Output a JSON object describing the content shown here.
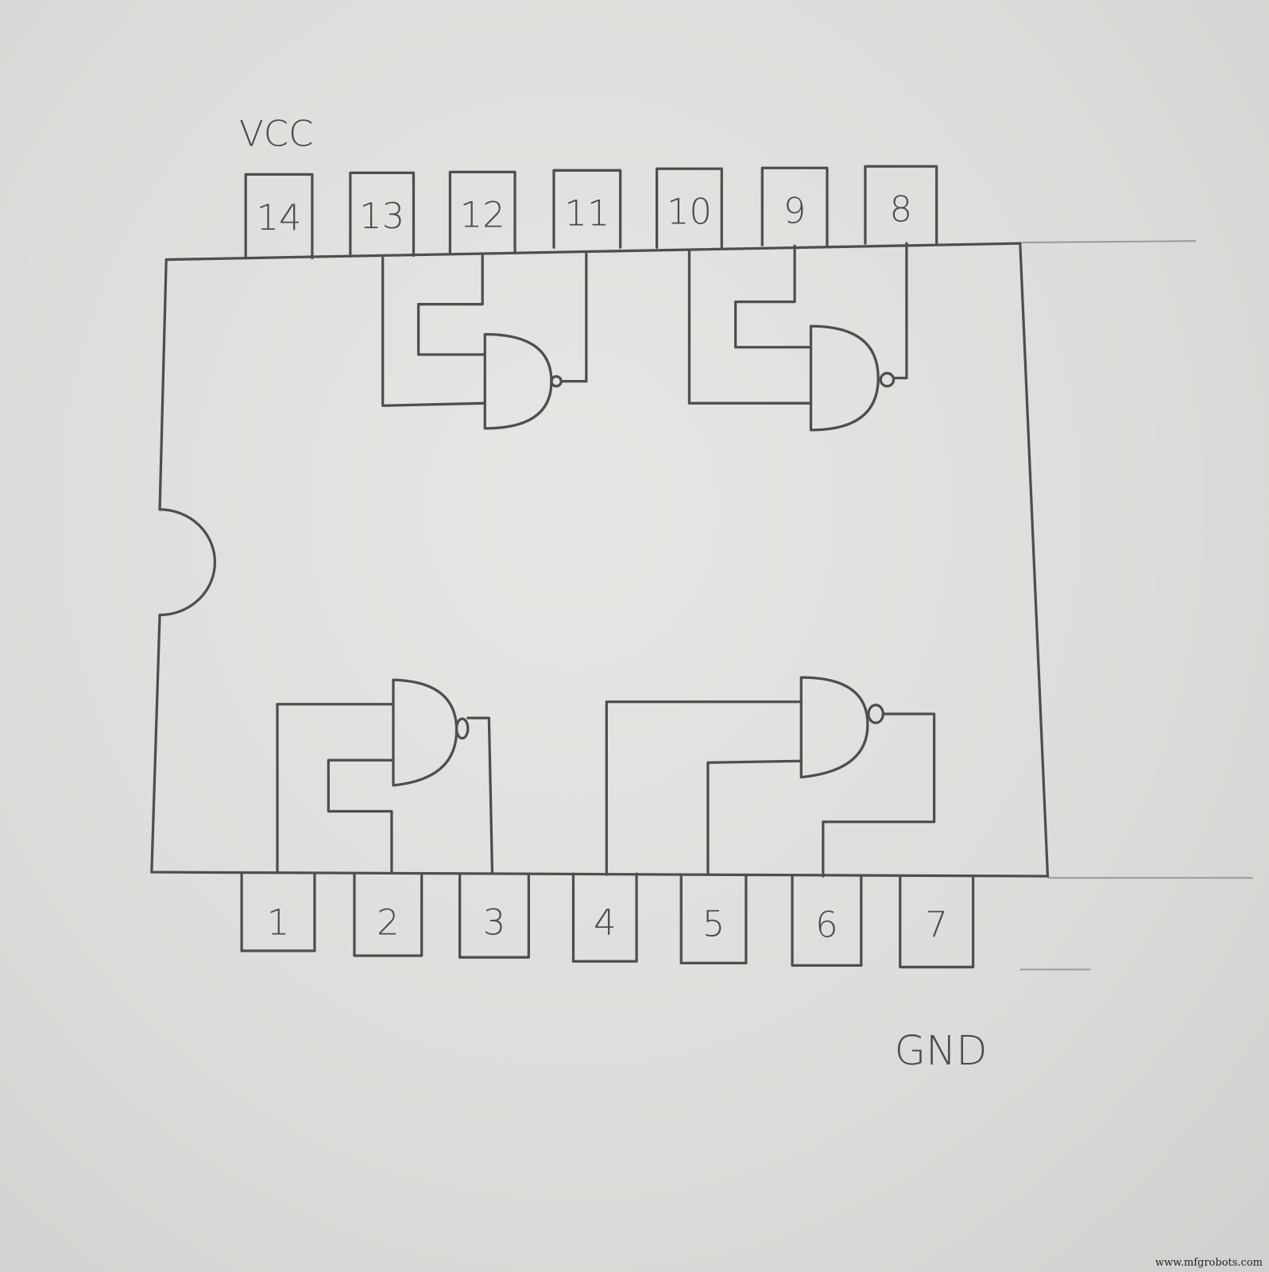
{
  "labels": {
    "vcc": "VCC",
    "gnd": "GND"
  },
  "top_pins": [
    "14",
    "13",
    "12",
    "11",
    "10",
    "9",
    "8"
  ],
  "bottom_pins": [
    "1",
    "2",
    "3",
    "4",
    "5",
    "6",
    "7"
  ],
  "gate_type": "NAND",
  "watermark": "www.mfgrobots.com",
  "colors": {
    "pencil": "#4d4f4e",
    "paper": "#dcdedb"
  }
}
